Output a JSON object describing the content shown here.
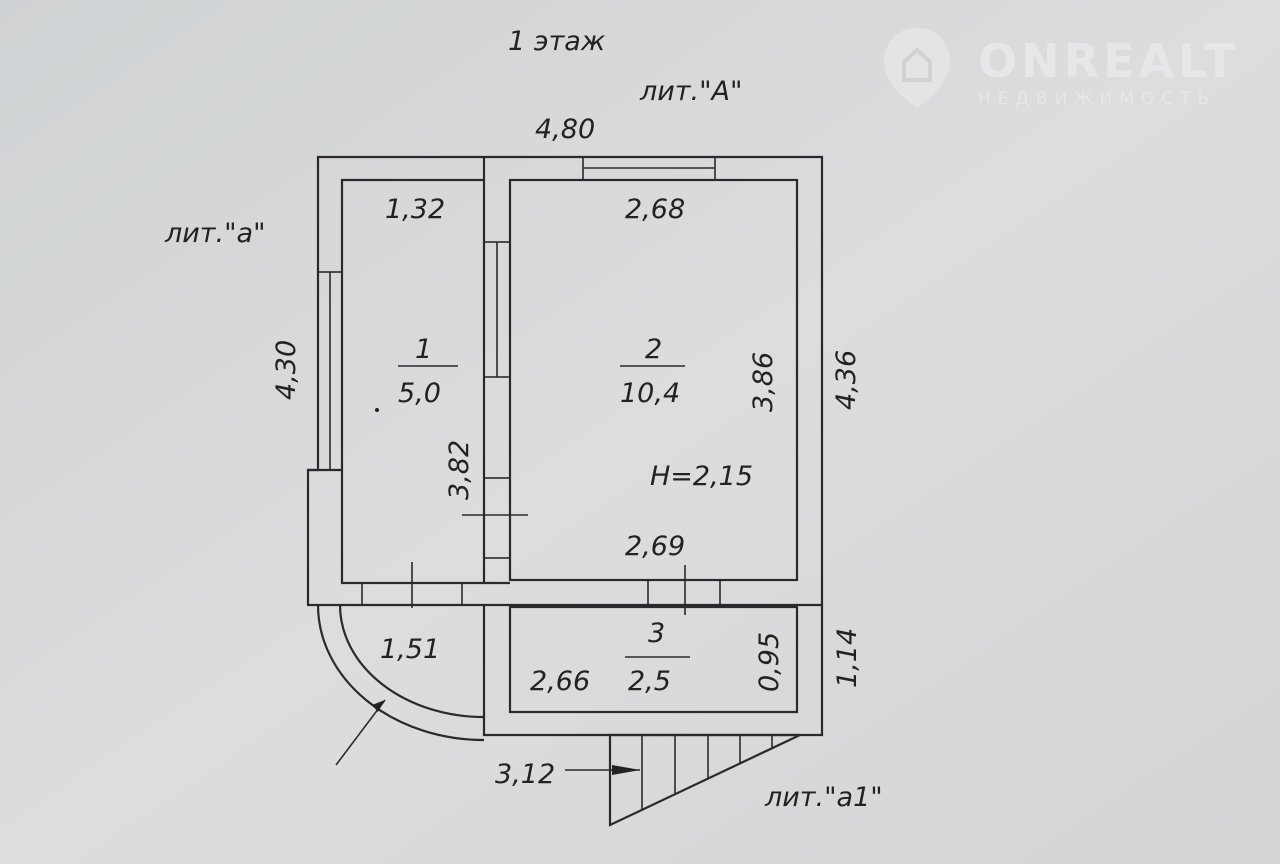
{
  "title": "1 этаж",
  "labels": {
    "lit_A": "лит.\"А\"",
    "lit_a": "лит.\"а\"",
    "lit_a1": "лит.\"а1\""
  },
  "logo": {
    "name": "ONREALT",
    "subtitle": "НЕДВИЖИМОСТЬ"
  },
  "dimensions": {
    "overall_width": "4,80",
    "left_height": "4,30",
    "right_height": "4,36",
    "room1_width": "1,32",
    "room1_length": "3,82",
    "room2_top": "2,68",
    "room2_bottom": "2,69",
    "room2_length": "3,86",
    "ceiling_height": "H=2,15",
    "porch": "1,51",
    "room3_width": "2,66",
    "room3_depth": "0,95",
    "room3_outer": "1,14",
    "stairs": "3,12"
  },
  "rooms": [
    {
      "number": "1",
      "area": "5,0"
    },
    {
      "number": "2",
      "area": "10,4"
    },
    {
      "number": "3",
      "area": "2,5"
    }
  ]
}
